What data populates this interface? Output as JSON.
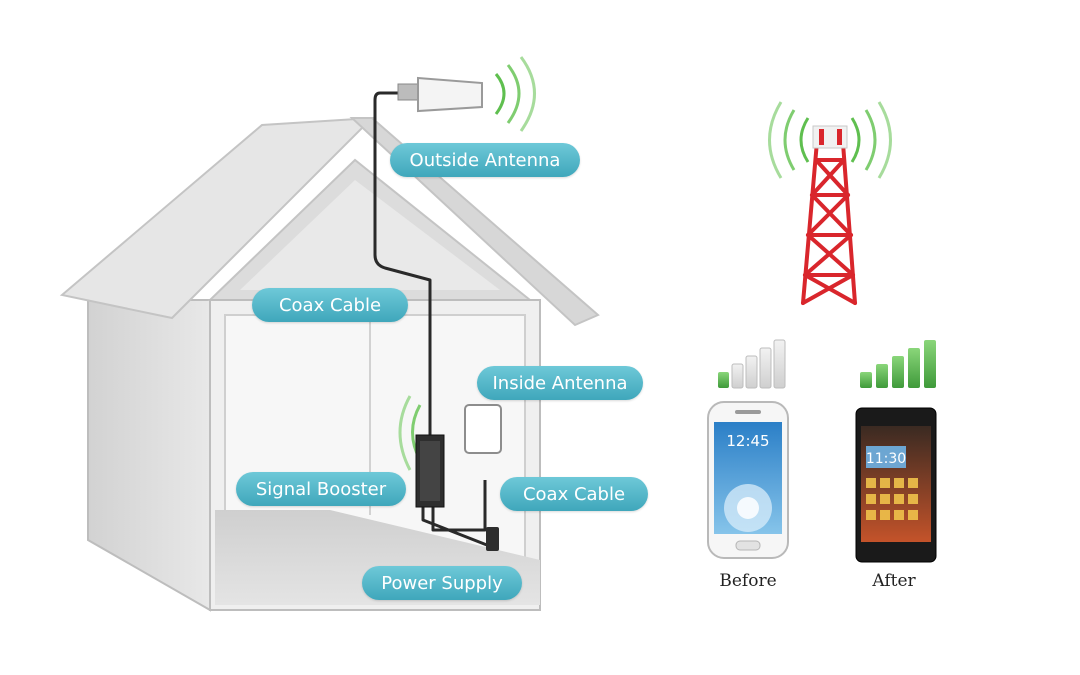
{
  "labels": {
    "outside_antenna": "Outside Antenna",
    "coax_cable_top": "Coax Cable",
    "inside_antenna": "Inside Antenna",
    "signal_booster": "Signal Booster",
    "coax_cable_bottom": "Coax Cable",
    "power_supply": "Power Supply"
  },
  "phones": {
    "before": {
      "caption": "Before",
      "time": "12:45",
      "signal_bars": 1
    },
    "after": {
      "caption": "After",
      "time": "11:30",
      "signal_bars": 5
    }
  },
  "colors": {
    "label_bg": "#4bb3c6",
    "signal_green": "#5fbf4f",
    "tower_red": "#d9262c",
    "house_gray": "#d6d6d6"
  }
}
